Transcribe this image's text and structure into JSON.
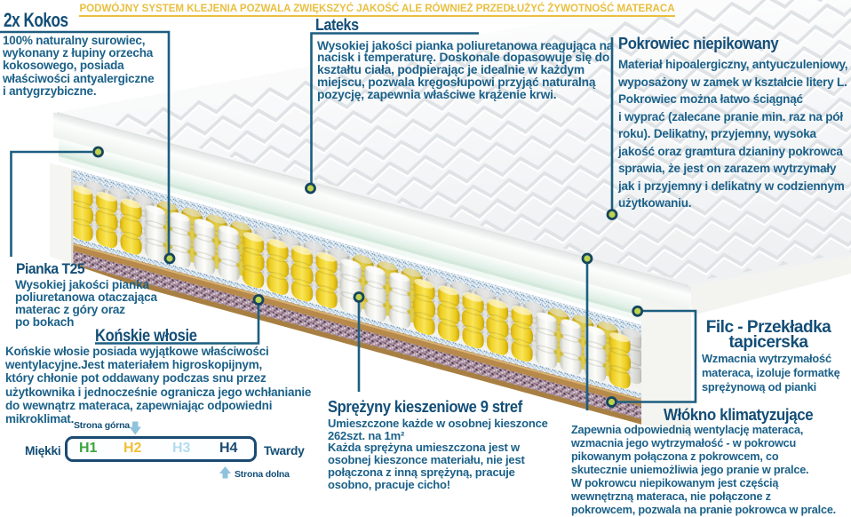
{
  "banner": {
    "text": "PODWÓJNY SYSTEM KLEJENIA POZWALA ZWIĘKSZYĆ JAKOŚĆ ALE RÓWNIEŻ PRZEDŁUŻYĆ ŻYWOTNOŚĆ MATERACA",
    "color": "#e9bf3e"
  },
  "callouts": {
    "kokos": {
      "heading": "2x Kokos",
      "body": "100% naturalny surowiec,\nwykonany z łupiny orzecha\nkokosowego, posiada\nwłaściwości antyalergiczne\ni antygrzybiczne."
    },
    "lateks": {
      "heading": "Lateks",
      "body": "Wysokiej jakości pianka poliuretanowa reagująca na\nnacisk i temperaturę. Doskonale dopasowuje się do\nkształtu ciała, podpierając je idealnie w każdym\nmiejscu, pozwala kręgosłupowi przyjąć naturalną\npozycję, zapewnia właściwe krążenie krwi."
    },
    "pokrowiec": {
      "heading": "Pokrowiec niepikowany",
      "body": "Materiał hipoalergiczny, antyuczuleniowy,\nwyposażony w zamek w kształcie litery L.\nPokrowiec można łatwo ściągnąć\ni wyprać (zalecane pranie min. raz na pół\nroku). Delikatny, przyjemny, wysoka\njakość oraz gramtura dzianiny pokrowca\nsprawia, że jest on zarazem wytrzymały\njak i przyjemny i delikatny w codziennym\nużytkowaniu."
    },
    "pianka": {
      "heading": "Pianka T25",
      "body": "Wysokiej jakości pianka\npoliuretanowa otaczająca\nmaterac z góry oraz\npo bokach"
    },
    "konskie": {
      "heading": "Końskie włosie",
      "body": "Końskie włosie posiada wyjątkowe właściwości\nwentylacyjne.Jest materiałem higroskopijnym,\nktóry chłonie pot oddawany podczas snu przez\nużytkownika i jednocześnie ogranicza jego wchłanianie\ndo wewnątrz materaca, zapewniając odpowiedni\nmikroklimat."
    },
    "sprezyny": {
      "heading": "Sprężyny kieszeniowe 9 stref",
      "body": "Umieszczone każde w osobnej kieszonce\n262szt. na 1m²\nKażda sprężyna umieszczona jest w\nosobnej kieszonce materiału, nie jest\npołączona z inną sprężyną, pracuje\nosobno, pracuje cicho!"
    },
    "filc": {
      "heading": "Filc - Przekładka\ntapicerska",
      "body": "Wzmacnia wytrzymałość\nmateraca, izoluje formatkę\nsprężynową od pianki"
    },
    "wlokno": {
      "heading": "Włókno klimatyzujące",
      "body": "Zapewnia odpowiednią wentylację materaca,\nwzmacnia jego wytrzymałość - w pokrowcu\npikowanym połączona z pokrowcem, co\nskutecznie uniemożliwia jego pranie w pralce.\nW pokrowcu niepikowanym jest częścią\nwewnętrzną materaca, nie połączone z\npokrowcem, pozwala na pranie pokrowca w pralce."
    }
  },
  "firmness_scale": {
    "soft_label": "Miękki",
    "hard_label": "Twardy",
    "top_side_label": "Strona górna",
    "bottom_side_label": "Strona dolna",
    "levels": [
      {
        "label": "H1",
        "color": "#3aa63c"
      },
      {
        "label": "H2",
        "color": "#f2bf35"
      },
      {
        "label": "H3",
        "color": "#b3dcef"
      },
      {
        "label": "H4",
        "color": "#1b4a72"
      }
    ]
  },
  "colors": {
    "heading": "#134e77",
    "body": "#1b6189",
    "callout_line": "#1d5e80",
    "anchor_fill": "#bed34e",
    "scale_border": "#1b4a72",
    "spring_yellow": "#f3d832",
    "spring_white": "#ebebe6"
  }
}
